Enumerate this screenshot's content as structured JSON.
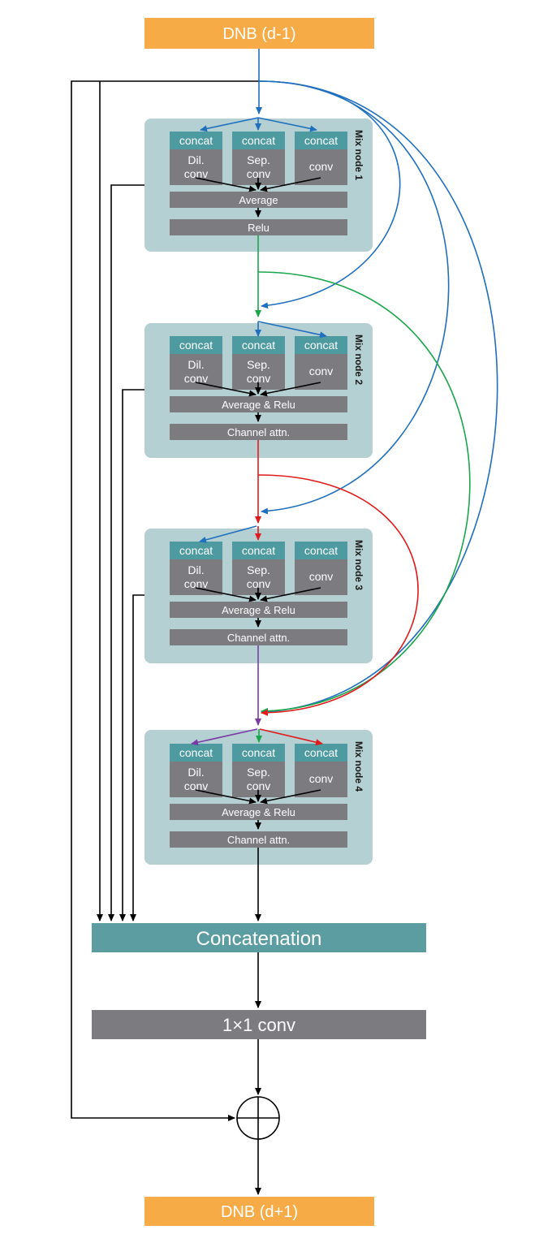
{
  "input_block": {
    "label": "DNB (d-1)"
  },
  "output_block": {
    "label": "DNB (d+1)"
  },
  "mix_nodes": [
    {
      "label": "Mix node 1",
      "ops": [
        {
          "concat": "concat",
          "op": [
            "Dil.",
            "conv"
          ]
        },
        {
          "concat": "concat",
          "op": [
            "Sep.",
            "conv"
          ]
        },
        {
          "concat": "concat",
          "op": [
            "conv"
          ]
        }
      ],
      "bar1": "Average",
      "bar2": "Relu"
    },
    {
      "label": "Mix node 2",
      "ops": [
        {
          "concat": "concat",
          "op": [
            "Dil.",
            "conv"
          ]
        },
        {
          "concat": "concat",
          "op": [
            "Sep.",
            "conv"
          ]
        },
        {
          "concat": "concat",
          "op": [
            "conv"
          ]
        }
      ],
      "bar1": "Average & Relu",
      "bar2": "Channel attn."
    },
    {
      "label": "Mix node 3",
      "ops": [
        {
          "concat": "concat",
          "op": [
            "Dil.",
            "conv"
          ]
        },
        {
          "concat": "concat",
          "op": [
            "Sep.",
            "conv"
          ]
        },
        {
          "concat": "concat",
          "op": [
            "conv"
          ]
        }
      ],
      "bar1": "Average & Relu",
      "bar2": "Channel attn."
    },
    {
      "label": "Mix node 4",
      "ops": [
        {
          "concat": "concat",
          "op": [
            "Dil.",
            "conv"
          ]
        },
        {
          "concat": "concat",
          "op": [
            "Sep.",
            "conv"
          ]
        },
        {
          "concat": "concat",
          "op": [
            "conv"
          ]
        }
      ],
      "bar1": "Average & Relu",
      "bar2": "Channel attn."
    }
  ],
  "concatenation": {
    "label": "Concatenation"
  },
  "conv1x1": {
    "label": "1×1 conv"
  },
  "colors": {
    "orange": "#f7ab47",
    "teal": "#4d9aa0",
    "grey": "#7b7b80",
    "node_bg": "#b5d0d3",
    "blue": "#1f6fbf",
    "green": "#1aa64a",
    "red": "#e01b1b",
    "purple": "#7a3aa6",
    "black": "#000000"
  }
}
